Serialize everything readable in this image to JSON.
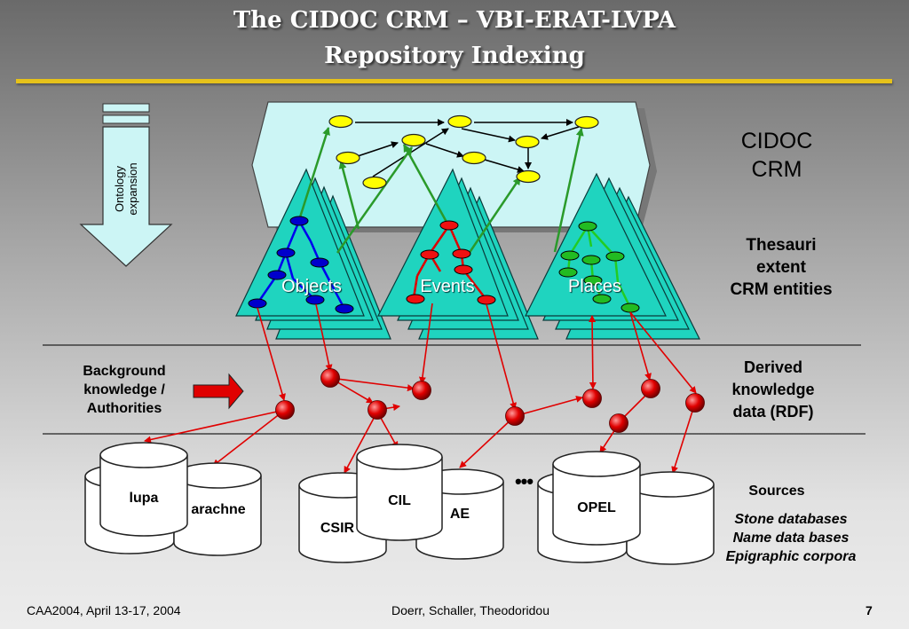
{
  "title": {
    "line1": "The CIDOC CRM – VBI-ERAT-LVPA",
    "line2": "Repository Indexing"
  },
  "sidebar": {
    "ontology_label_1": "Ontology",
    "ontology_label_2": "expansion",
    "background_1": "Background",
    "background_2": "knowledge /",
    "background_3": "Authorities"
  },
  "right_labels": {
    "cidoc_1": "CIDOC",
    "cidoc_2": "CRM",
    "thesauri_1": "Thesauri",
    "thesauri_2": "extent",
    "thesauri_3": "CRM entities",
    "derived_1": "Derived",
    "derived_2": "knowledge",
    "derived_3": "data (RDF)",
    "sources_title": "Sources",
    "sources_1": "Stone databases",
    "sources_2": "Name data bases",
    "sources_3": "Epigraphic corpora"
  },
  "pyramids": {
    "objects": "Objects",
    "events": "Events",
    "places": "Places"
  },
  "databases": {
    "lupa": "lupa",
    "arachne": "arachne",
    "csir": "CSIR",
    "cil": "CIL",
    "ae": "AE",
    "opel": "OPEL",
    "ellipsis": "•••"
  },
  "colors": {
    "crm_box": "#ccf5f5",
    "pyramid": "#1fd4bf",
    "crm_node": "#ffff00",
    "objects_node": "#0000cc",
    "events_node": "#dd0000",
    "places_node": "#22bb22",
    "rdf_node": "#dd0000",
    "title_rule": "#e6c21a"
  },
  "footer": {
    "left": "CAA2004, April 13-17, 2004",
    "center": "Doerr, Schaller, Theodoridou",
    "page": "7"
  }
}
